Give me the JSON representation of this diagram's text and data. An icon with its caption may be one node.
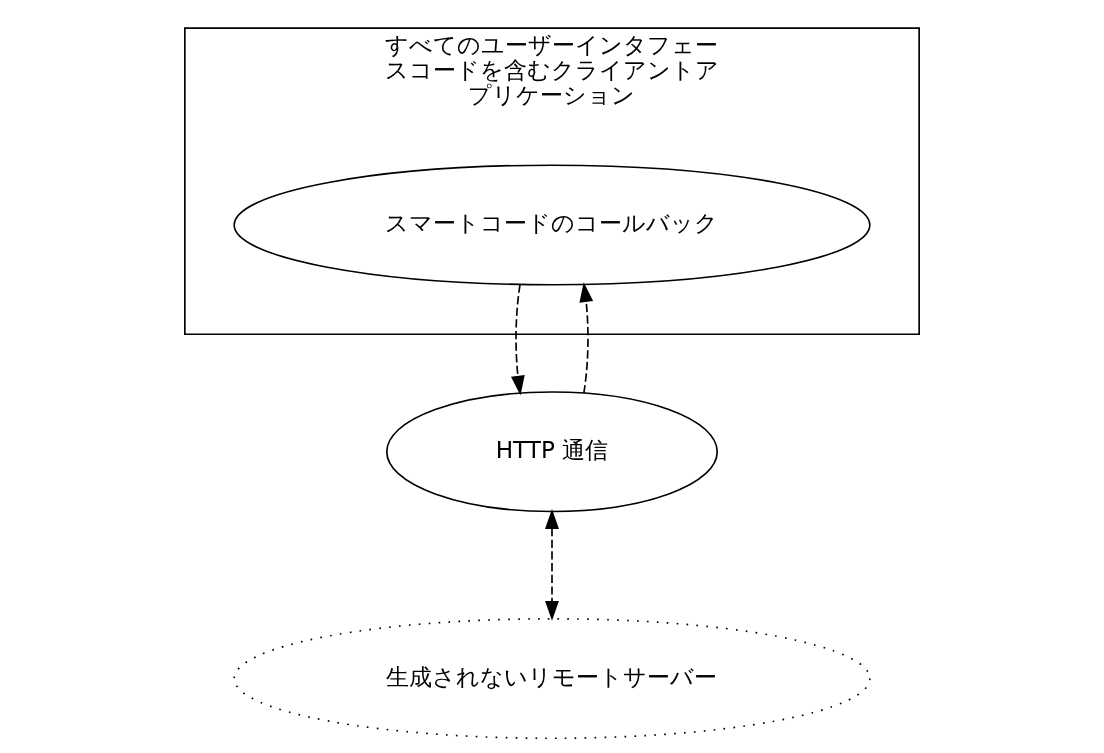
{
  "diagram": {
    "nodes": [
      {
        "text": [
          "すべてのユーザーインタフェースコードを含むクライアントアプリケーション"
        ]
      },
      {
        "text": [
          "スマートコードのコールバック"
        ],
        "in": 0
      },
      {
        "text": [
          "HTTP 通信"
        ]
      },
      {
        "text": [
          "生成されないリモートサーバー"
        ]
      }
    ],
    "edges": [
      {
        "from": 1,
        "to": 2,
        "arrow": "to",
        "style": "dashed"
      },
      {
        "from": 2,
        "to": 1,
        "arrow": "to",
        "style": "dashed"
      },
      {
        "from": 2,
        "to": 3,
        "arrow": "both",
        "style": "dashed"
      }
    ]
  }
}
